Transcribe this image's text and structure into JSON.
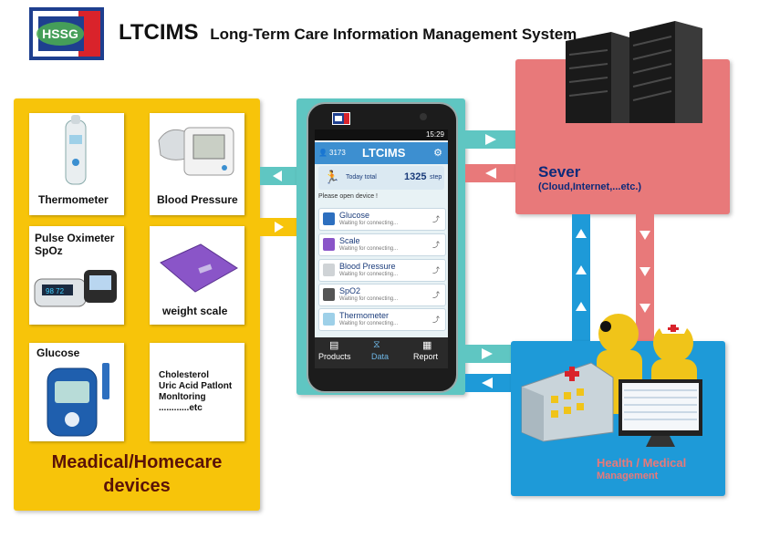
{
  "header": {
    "logo_text": "HSSG",
    "title": "LTCIMS",
    "subtitle": "Long-Term Care Information Management System"
  },
  "devices": {
    "thermometer": "Thermometer",
    "blood_pressure": "Blood Pressure",
    "pulse_oximeter": "Pulse Oximeter SpOz",
    "weight_scale": "weight scale",
    "glucose": "Glucose",
    "cholesterol_lines": [
      "Cholesterol",
      "Uric Acid Patlont",
      "Monltoring",
      "............etc"
    ],
    "panel_title_line1": "Meadical/Homecare",
    "panel_title_line2": "devices"
  },
  "phone": {
    "time": "15:29",
    "app_title": "LTCIMS",
    "user_count": "3173",
    "steps_label": "Today total",
    "steps_value": "1325",
    "steps_unit": "step",
    "prompt": "Please open device !",
    "waiting": "Waiting for connecting...",
    "items": [
      "Glucose",
      "Scale",
      "Blood Pressure",
      "SpO2",
      "Thermometer"
    ],
    "tabs": [
      "Products",
      "Data",
      "Report"
    ]
  },
  "server": {
    "title": "Sever",
    "subtitle": "(Cloud,Internet,...etc.)"
  },
  "health": {
    "line1": "Health / Medical",
    "line2": "Management"
  },
  "colors": {
    "devices_panel": "#f7c40a",
    "phone_panel": "#5fc6c2",
    "server_panel": "#e8797a",
    "health_panel": "#1e9ad8"
  }
}
